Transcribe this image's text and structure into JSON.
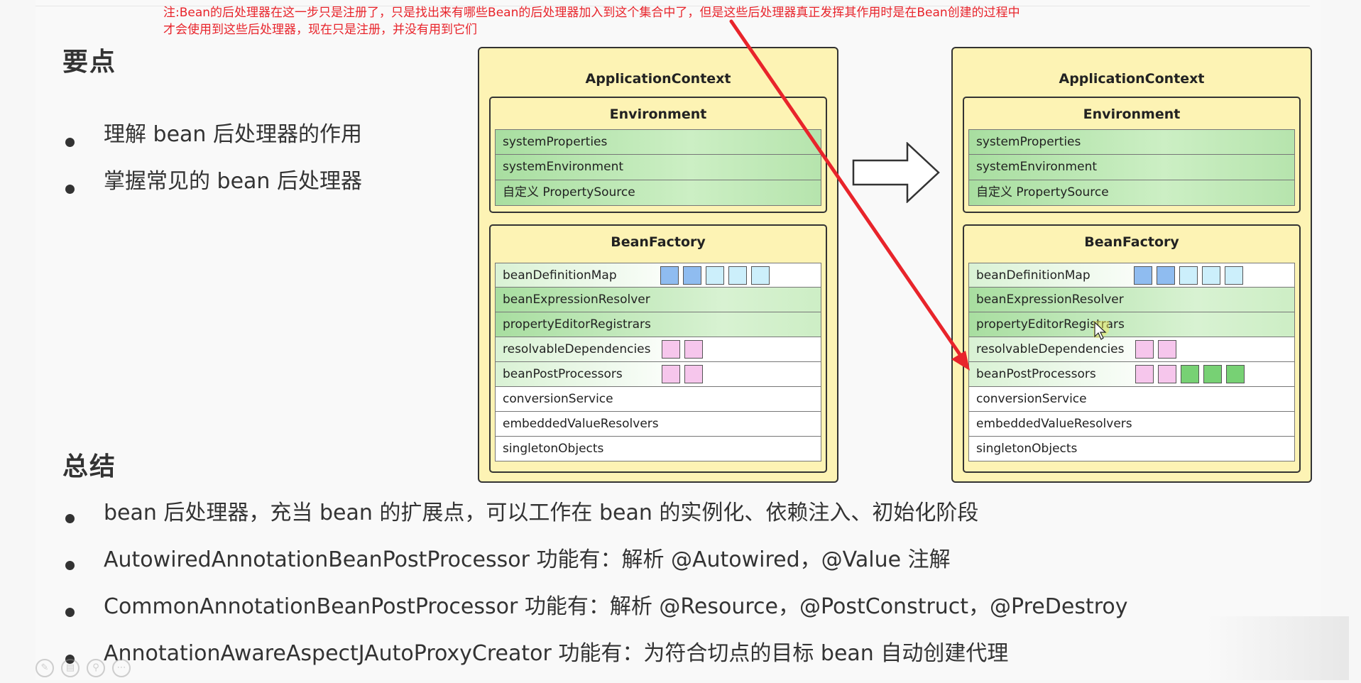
{
  "annotation": {
    "line1": "注:Bean的后处理器在这一步只是注册了，只是找出来有哪些Bean的后处理器加入到这个集合中了，但是这些后处理器真正发挥其作用时是在Bean创建的过程中",
    "line2": "才会使用到这些后处理器，现在只是注册，并没有用到它们"
  },
  "points": {
    "heading": "要点",
    "items": [
      "理解 bean 后处理器的作用",
      "掌握常见的 bean 后处理器"
    ]
  },
  "summary": {
    "heading": "总结",
    "items": [
      "bean 后处理器，充当 bean 的扩展点，可以工作在 bean 的实例化、依赖注入、初始化阶段",
      "AutowiredAnnotationBeanPostProcessor 功能有：解析 @Autowired，@Value 注解",
      "CommonAnnotationBeanPostProcessor 功能有：解析 @Resource，@PostConstruct，@PreDestroy",
      "AnnotationAwareAspectJAutoProxyCreator 功能有：为符合切点的目标 bean 自动创建代理"
    ]
  },
  "diagram": {
    "context_title": "ApplicationContext",
    "environment_title": "Environment",
    "environment_rows": [
      "systemProperties",
      "systemEnvironment",
      "自定义 PropertySource"
    ],
    "beanfactory_title": "BeanFactory",
    "beanfactory_rows": [
      "beanDefinitionMap",
      "beanExpressionResolver",
      "propertyEditorRegistrars",
      "resolvableDependencies",
      "beanPostProcessors",
      "conversionService",
      "embeddedValueResolvers",
      "singletonObjects"
    ],
    "colors": {
      "context_fill": "#fdf3b4",
      "row_green": "#a8dea0",
      "square_blue": "#8fbcf0",
      "square_cyan": "#cceffb",
      "square_pink": "#f6c6ec",
      "square_green": "#77d174",
      "annotation_red": "#e8242b"
    }
  },
  "toolbar_icons": [
    "pen-icon",
    "save-icon",
    "search-icon",
    "more-icon"
  ]
}
